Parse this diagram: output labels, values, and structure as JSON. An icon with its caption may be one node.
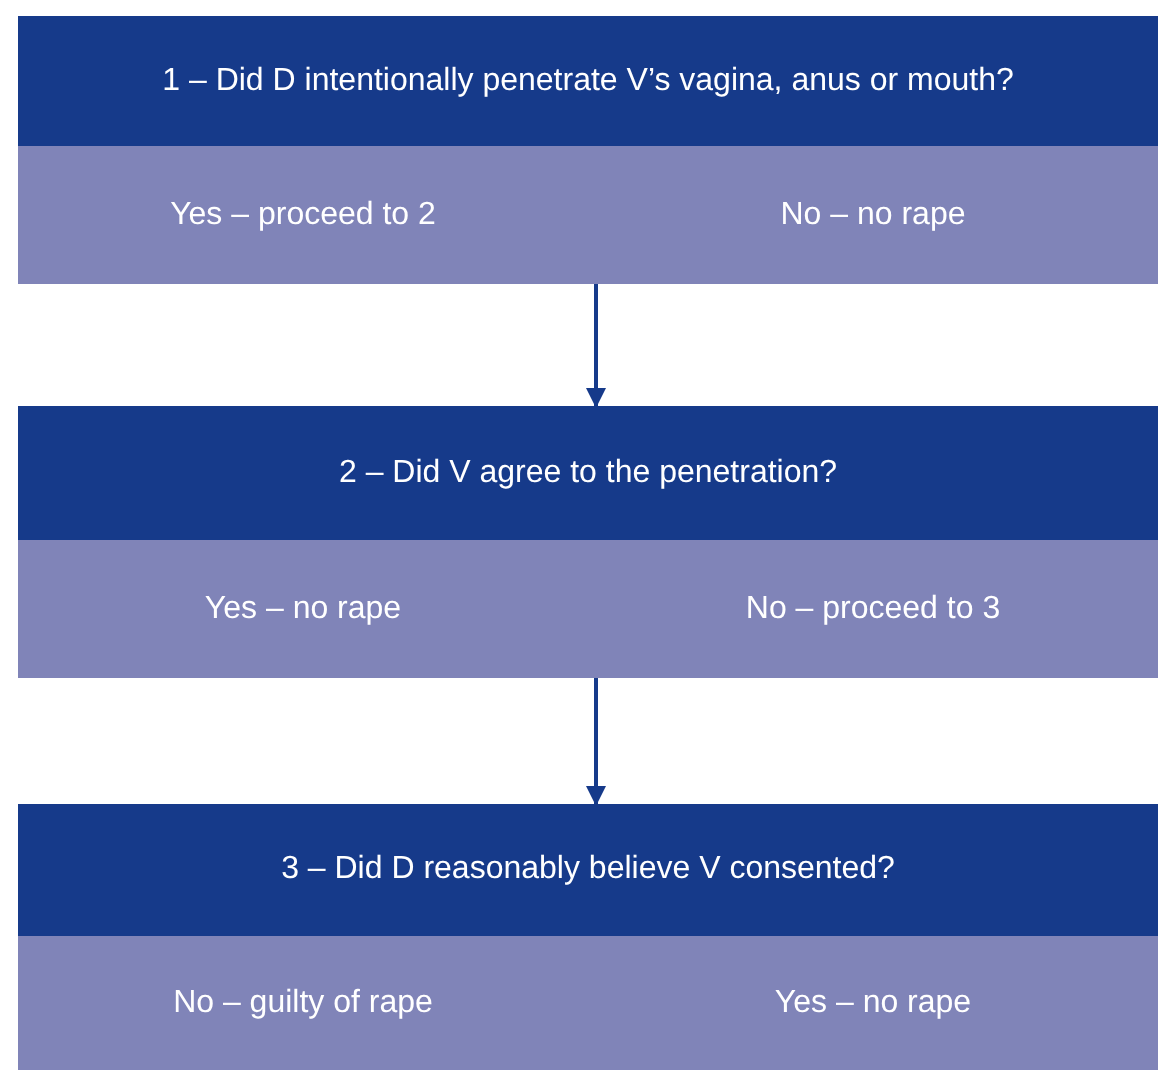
{
  "diagram": {
    "nodes": [
      {
        "text": [
          "1 – Did D intentionally penetrate V’s vagina, anus or mouth?"
        ]
      },
      {
        "text": [
          "Yes – proceed to 2",
          "No – no rape"
        ]
      },
      {
        "text": [
          "2 – Did V agree to the penetration?"
        ]
      },
      {
        "text": [
          "Yes – no rape",
          "No – proceed to 3"
        ]
      },
      {
        "text": [
          "3 – Did D reasonably believe V consented?"
        ]
      },
      {
        "text": [
          "No – guilty of rape",
          "Yes – no rape"
        ]
      }
    ],
    "edges": [
      {
        "from": 1,
        "to": 2,
        "arrow": "to"
      },
      {
        "from": 3,
        "to": 4,
        "arrow": "to"
      }
    ]
  }
}
